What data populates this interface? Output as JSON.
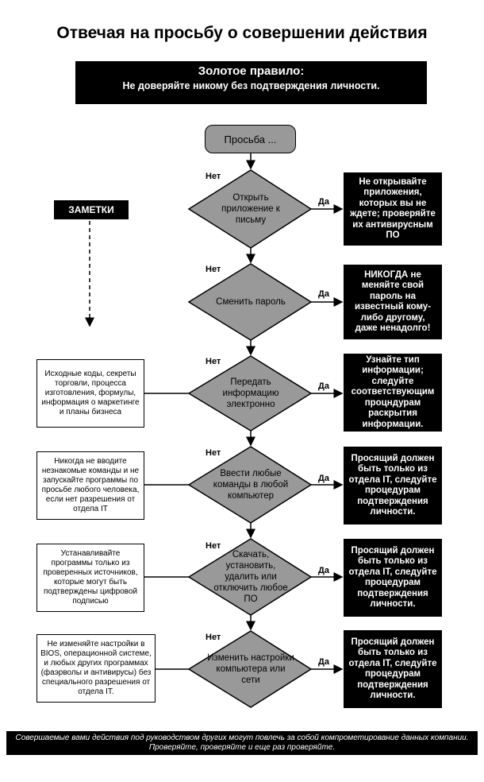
{
  "title": "Отвечая на просьбу о совершении действия",
  "golden_rule": {
    "title": "Золотое правило:",
    "text": "Не доверяйте никому без подтверждения личности."
  },
  "notes_label": "ЗАМЕТКИ",
  "start_label": "Просьба ...",
  "yes_label": "Да",
  "no_label": "Нет",
  "decisions": [
    {
      "label": "Открыть приложение к письму",
      "action": "Не открывайте приложения, которых вы не ждете; проверяйте их антивирусным ПО",
      "note": ""
    },
    {
      "label": "Сменить пароль",
      "action": "НИКОГДА не меняйте свой пароль на известный кому-либо другому, даже ненадолго!",
      "note": ""
    },
    {
      "label": "Передать информацию электронно",
      "action": "Узнайте тип информации; следуйте соответствующим процндурам раскрытия информации.",
      "note": "Исходные коды, секреты торговли, процесса изготовления, формулы, информация о маркетинге и планы бизнеса"
    },
    {
      "label": "Ввести любые команды в любой компьютер",
      "action": "Просящий должен быть только из отдела IT, следуйте процедурам подтверждения личности.",
      "note": "Никогда не вводите незнакомые команды и не запускайте программы по просьбе любого человека, если нет разрешения от отдела IT"
    },
    {
      "label": "Скачать, установить, удалить или отключить любое ПО",
      "action": "Просящий должен быть только из отдела IT, следуйте процедурам подтверждения личности.",
      "note": "Устанавливайте программы только из проверенных источников, которые могут быть подтверждены цифровой подписью"
    },
    {
      "label": "Изменить настройки компьютера или сети",
      "action": "Просящий должен быть только из отдела IT, следуйте процедурам подтверждения личности.",
      "note": "Не изменяйте настройки в BIOS, операционной системе, и любых других программах (фаэрволы и антивирусы) без специального разрешения от отдела IT."
    }
  ],
  "footer": "Совершаемые вами действия под руководством других могут повлечь за собой компрометирование данных компании. Проверяйте, проверяйте и еще раз проверяйте."
}
